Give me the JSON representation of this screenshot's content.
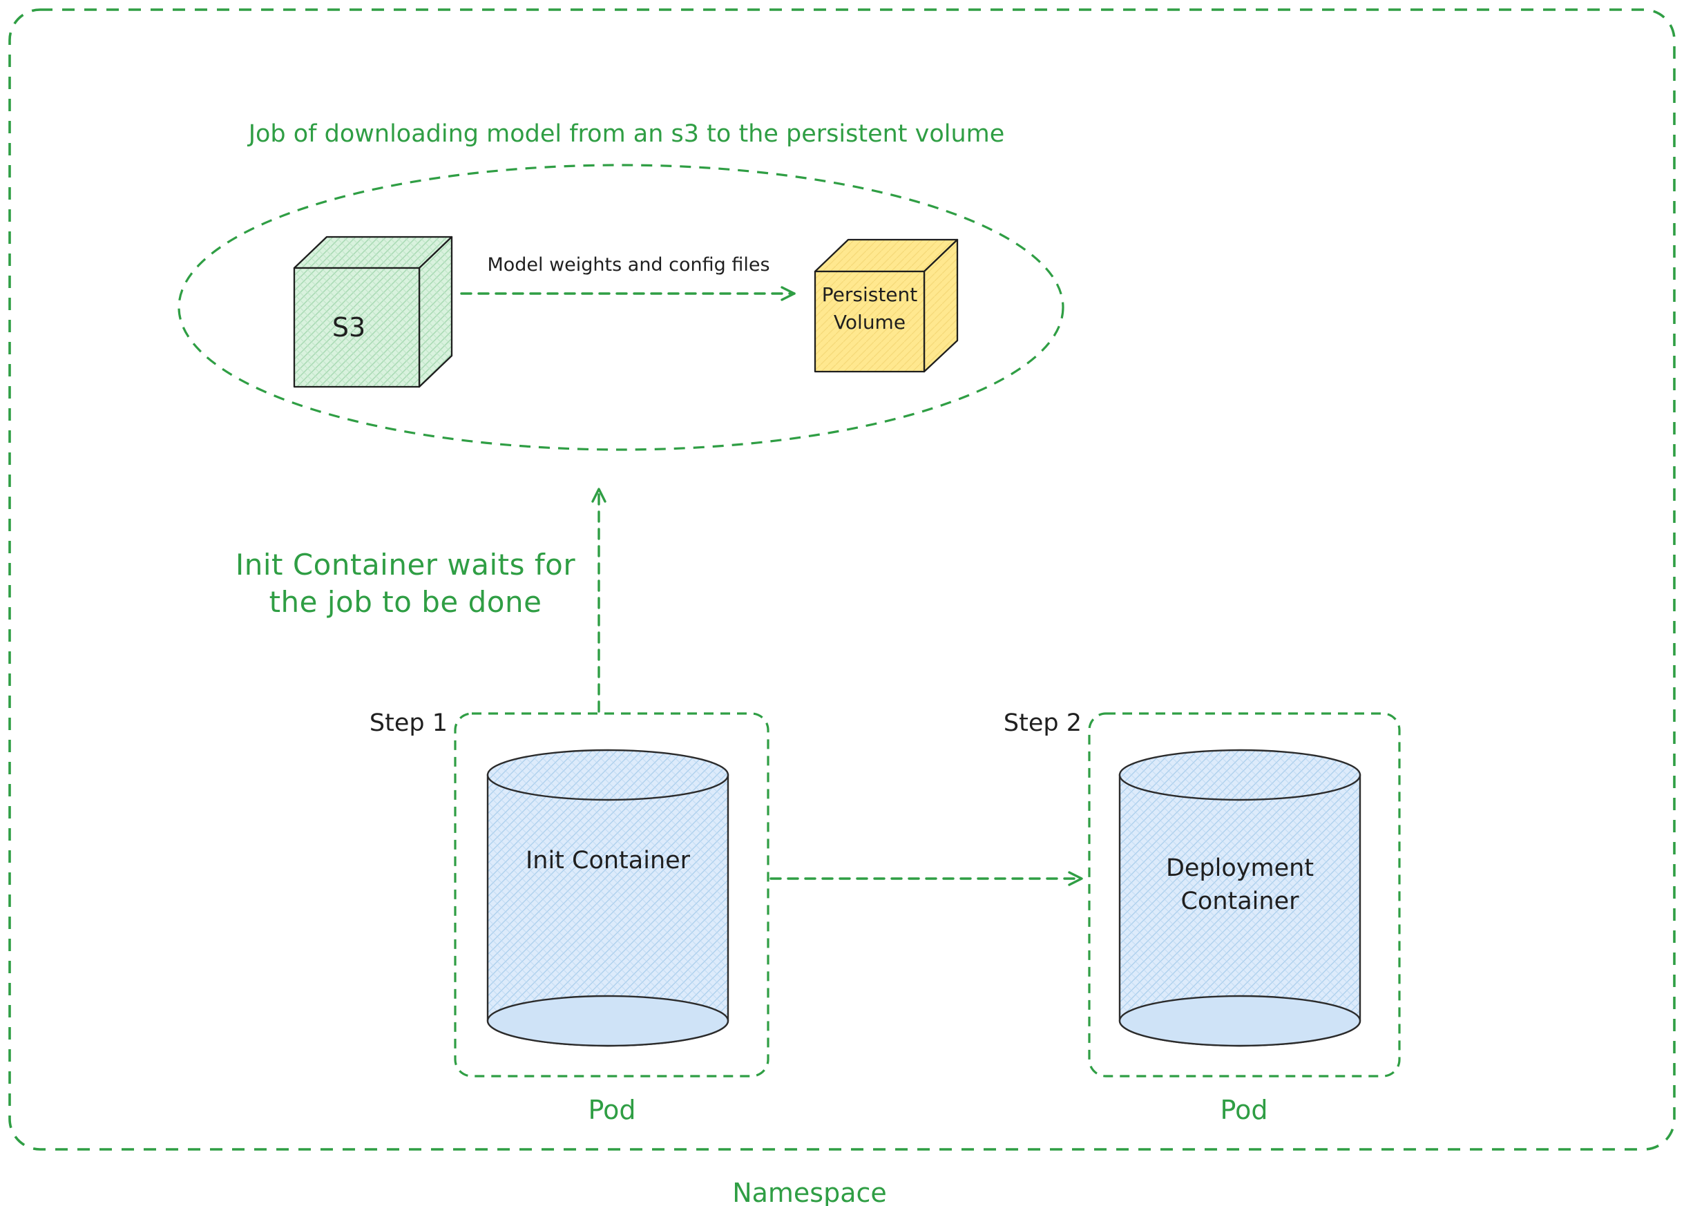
{
  "namespace": {
    "label": "Namespace"
  },
  "job": {
    "title": "Job of downloading model from an s3 to the persistent volume",
    "s3_label": "S3",
    "arrow_label": "Model weights and config files",
    "pv_line1": "Persistent",
    "pv_line2": "Volume"
  },
  "wait_note": {
    "line1": "Init Container waits for",
    "line2": "the job to be done"
  },
  "pods": {
    "step1": "Step 1",
    "step2": "Step 2",
    "init_label": "Init Container",
    "deploy_line1": "Deployment",
    "deploy_line2": "Container",
    "pod_left": "Pod",
    "pod_right": "Pod"
  },
  "colors": {
    "accent_green": "#2f9e44",
    "ink": "#1e1e1e",
    "s3_cube_fill": "#d9f2de",
    "persistent_volume_fill": "#ffe88f",
    "cylinder_fill": "#ddebfb"
  }
}
